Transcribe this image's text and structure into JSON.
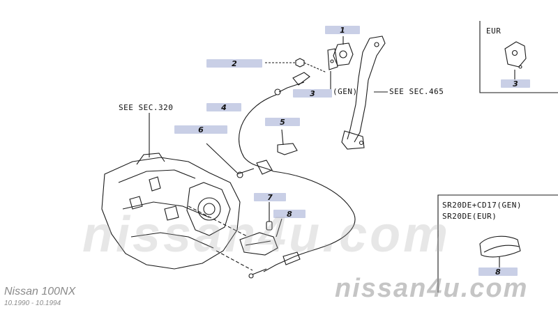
{
  "diagram": {
    "callouts": [
      {
        "id": "1",
        "label": "1"
      },
      {
        "id": "2",
        "label": "2"
      },
      {
        "id": "3a",
        "label": "3"
      },
      {
        "id": "3b",
        "label": "3"
      },
      {
        "id": "4",
        "label": "4"
      },
      {
        "id": "5",
        "label": "5"
      },
      {
        "id": "6",
        "label": "6"
      },
      {
        "id": "7",
        "label": "7"
      },
      {
        "id": "8a",
        "label": "8"
      },
      {
        "id": "8b",
        "label": "8"
      }
    ],
    "text": {
      "see_sec_320": "SEE SEC.320",
      "see_sec_465": "SEE SEC.465",
      "gen": "(GEN)",
      "eur": "EUR",
      "variant_line1": "SR20DE+CD17(GEN)",
      "variant_line2": "SR20DE(EUR)"
    },
    "watermark": "nissan4u.com",
    "model_name": "Nissan 100NX",
    "model_years": "10.1990 - 10.1994",
    "colors": {
      "callout_bg": "#c9cfe6",
      "line": "#1a1a1a",
      "watermark": "#aaaaaa"
    }
  }
}
